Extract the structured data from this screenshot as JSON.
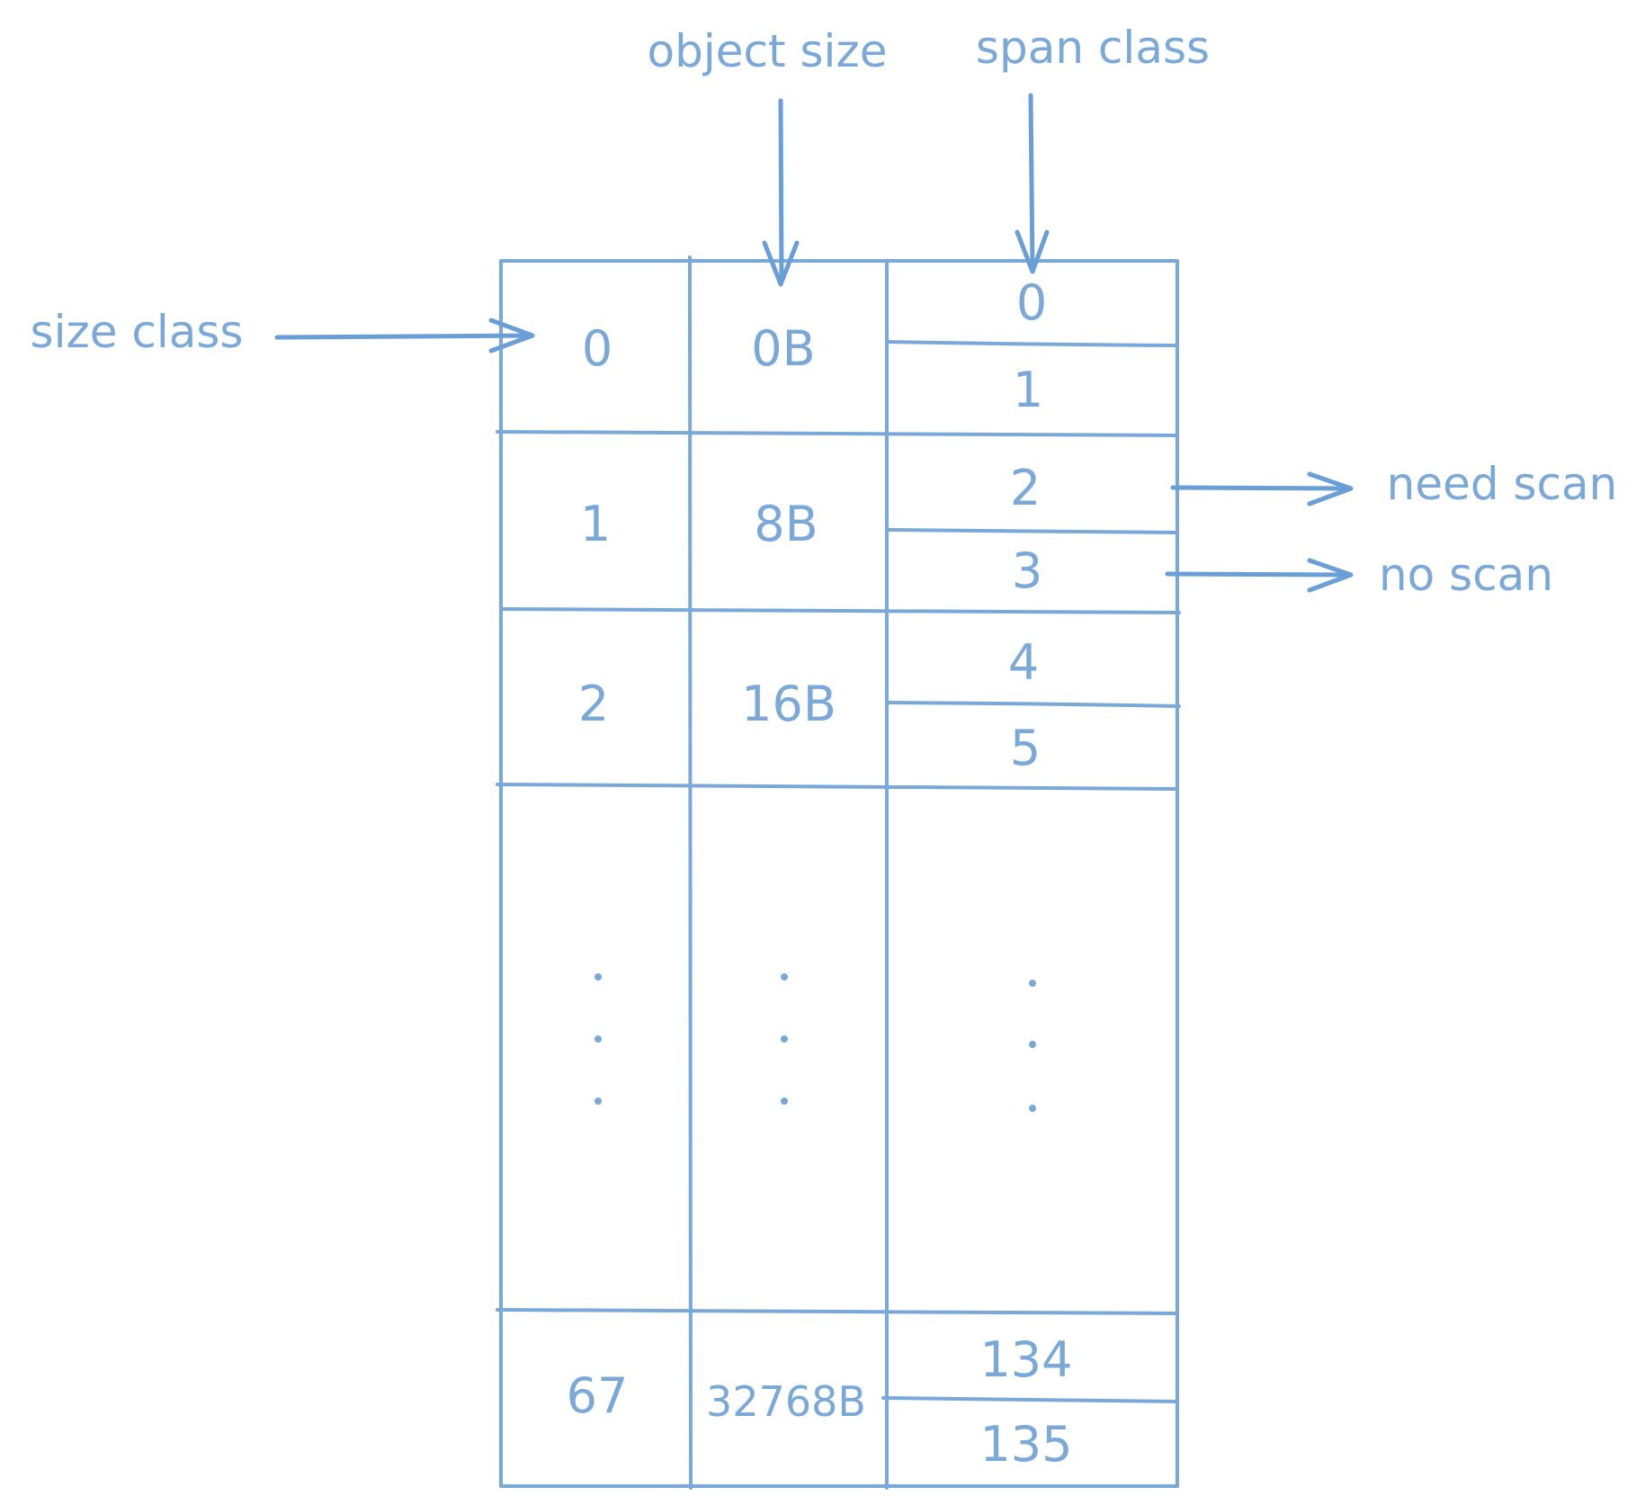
{
  "labels": {
    "object_size": "object size",
    "span_class": "span class",
    "size_class": "size class",
    "need_scan": "need scan",
    "no_scan": "no scan"
  },
  "rows": [
    {
      "size_class": "0",
      "object_size": "0B",
      "span_classes": [
        "0",
        "1"
      ]
    },
    {
      "size_class": "1",
      "object_size": "8B",
      "span_classes": [
        "2",
        "3"
      ]
    },
    {
      "size_class": "2",
      "object_size": "16B",
      "span_classes": [
        "4",
        "5"
      ]
    },
    {
      "size_class": "67",
      "object_size": "32768B",
      "span_classes": [
        "134",
        "135"
      ]
    }
  ],
  "ellipsis": "⋮",
  "colors": {
    "stroke": "#7aa8d8",
    "text": "#7aa8d8"
  }
}
